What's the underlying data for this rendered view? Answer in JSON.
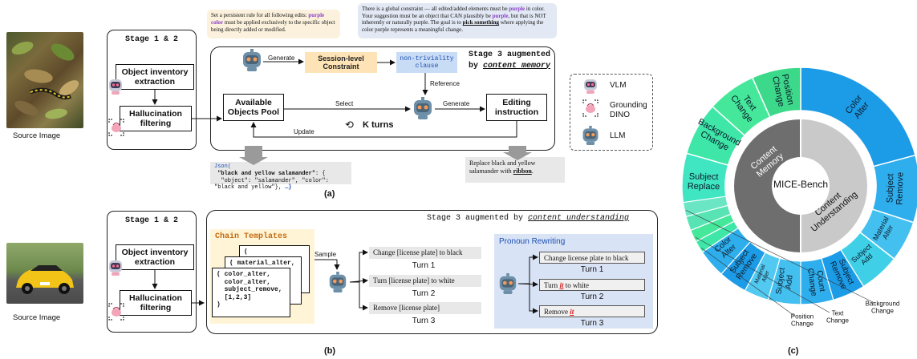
{
  "panel_a": {
    "caption": "(a)",
    "source_caption": "Source Image",
    "stage12_title": "Stage 1 & 2",
    "object_inventory": "Object inventory extraction",
    "hallucination": "Hallucination filtering",
    "stage3_title_prefix": "Stage 3 augmented",
    "stage3_title_suffix_prefix": "by ",
    "stage3_title_emph": "content memory",
    "generate1": "Generate",
    "session_constraint": "Session-level Constraint",
    "non_triviality": "non-triviality clause",
    "reference": "Reference",
    "available_pool": "Available Objects Pool",
    "select": "Select",
    "generate2": "Generate",
    "editing_instruction": "Editing instruction",
    "update": "Update",
    "k_turns": "K turns",
    "bubble_left": {
      "p1": "Set a persistent rule for all following edits: ",
      "purple": "purple color",
      "p2": " must be applied exclusively to the specific object being directly added or modified."
    },
    "bubble_right": {
      "p1": "There is a global constraint — all edited/added elements must be ",
      "purple1": "purple",
      "p2": " in color. Your suggestion must be an object that CAN plausibly be ",
      "purple2": "purple",
      "p3": ", but that is NOT inherently or naturally purple. The goal is to ",
      "emph": "pick something",
      "p4": " where applying the color purple represents a meaningful change."
    },
    "json_line1": "Json(",
    "json_key": "\"black and yellow salamander\"",
    "json_after_key": ": {",
    "json_line3": "\"object\": \"salamander\", \"color\": \"black and yellow\"},",
    "json_ellipsis": "…}",
    "instruction_p1": "Replace black and yellow salamander with ",
    "instruction_emph": "ribbon",
    "instruction_p2": ".",
    "legend": {
      "vlm": "VLM",
      "grounding": "Grounding DINO",
      "llm": "LLM"
    }
  },
  "panel_b": {
    "caption": "(b)",
    "source_caption": "Source Image",
    "stage12_title": "Stage 1 & 2",
    "object_inventory": "Object inventory extraction",
    "hallucination": "Hallucination filtering",
    "stage3_title_prefix": "Stage 3 augmented by ",
    "stage3_title_emph": "content understanding",
    "chain_templates": "Chain Templates",
    "card1": "( subject_remove,",
    "card2": "( material_alter,",
    "card3": "( color_alter,\n  color_alter,\n  subject_remove,\n  [1,2,3]\n)",
    "sample": "Sample",
    "rows": [
      {
        "text": "Change [license plate] to black",
        "turn": "Turn 1"
      },
      {
        "text": "Turn [license plate] to white",
        "turn": "Turn 2"
      },
      {
        "text": "Remove [license plate]",
        "turn": "Turn 3"
      }
    ],
    "pronoun_title": "Pronoun Rewriting",
    "pronoun_rows": [
      {
        "p1": "Change license plate to black",
        "it": "",
        "p2": "",
        "turn": "Turn 1"
      },
      {
        "p1": "Turn ",
        "it": "it",
        "p2": " to white",
        "turn": "Turn 2"
      },
      {
        "p1": "Remove ",
        "it": "it",
        "p2": "",
        "turn": "Turn 3"
      }
    ]
  },
  "panel_c": {
    "caption": "(c)",
    "center": "MICE-Bench",
    "inner": [
      "Content Memory",
      "Content Understanding"
    ],
    "memory_segments": [
      "Color Alter",
      "Subject Remove",
      "Material Alter",
      "Subject Add",
      "Count Change",
      "Subject Replace",
      "Background Change",
      "Text Change",
      "Position Change"
    ],
    "understanding_segments": [
      "Subject Remove",
      "Count Change",
      "Subject Add",
      "Material Alter",
      "Subject Remove",
      "Color Alter",
      "Position Change",
      "Text Change",
      "Subject Replace",
      "Background Change"
    ],
    "outside_labels": [
      "Background Change",
      "Text Change",
      "Position Change"
    ]
  },
  "colors": {
    "purple": "#8b3fc7",
    "orange_fill": "#fde3b5",
    "blue_fill": "#c9dcf5",
    "chain_fill": "#fff5d6",
    "pronoun_fill": "#d9e3f6",
    "bubble_left": "#fbf1dd",
    "bubble_right": "#e2e8f4",
    "memory_gray": "#6e6e6e",
    "understanding_gray": "#c9c9c9"
  }
}
